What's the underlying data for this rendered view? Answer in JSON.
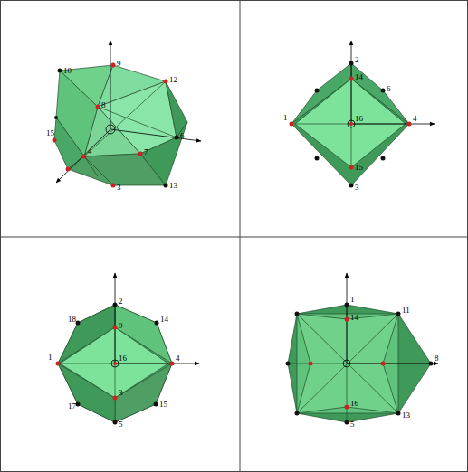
{
  "diagram": {
    "labels": [
      "10",
      "9",
      "12",
      "8",
      "15",
      "6",
      "7",
      "4",
      "13",
      "3",
      "2",
      "14",
      "6",
      "1",
      "4",
      "16",
      "15",
      "3",
      "2",
      "9",
      "14",
      "18",
      "1",
      "4",
      "16",
      "15",
      "17",
      "3",
      "5",
      "1",
      "14",
      "11",
      "8",
      "16",
      "5",
      "13"
    ]
  }
}
